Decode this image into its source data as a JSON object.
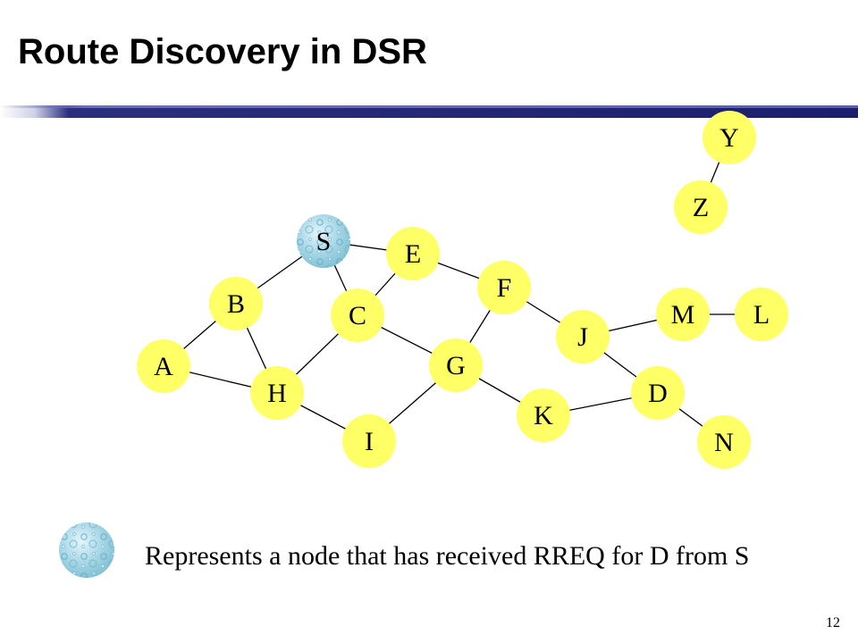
{
  "slide": {
    "title": "Route Discovery in DSR",
    "page_number": "12"
  },
  "colors": {
    "node_fill": "#ffff66",
    "received_fill": "#a8d8e8",
    "edge": "#000000",
    "title_rule": "#1c1f6b"
  },
  "nodes": {
    "S": {
      "label": "S",
      "received_rreq": true
    },
    "E": {
      "label": "E",
      "received_rreq": false
    },
    "B": {
      "label": "B",
      "received_rreq": false
    },
    "C": {
      "label": "C",
      "received_rreq": false
    },
    "F": {
      "label": "F",
      "received_rreq": false
    },
    "A": {
      "label": "A",
      "received_rreq": false
    },
    "H": {
      "label": "H",
      "received_rreq": false
    },
    "G": {
      "label": "G",
      "received_rreq": false
    },
    "I": {
      "label": "I",
      "received_rreq": false
    },
    "J": {
      "label": "J",
      "received_rreq": false
    },
    "K": {
      "label": "K",
      "received_rreq": false
    },
    "M": {
      "label": "M",
      "received_rreq": false
    },
    "L": {
      "label": "L",
      "received_rreq": false
    },
    "D": {
      "label": "D",
      "received_rreq": false
    },
    "N": {
      "label": "N",
      "received_rreq": false
    },
    "Y": {
      "label": "Y",
      "received_rreq": false
    },
    "Z": {
      "label": "Z",
      "received_rreq": false
    }
  },
  "edges": [
    [
      "S",
      "E"
    ],
    [
      "S",
      "B"
    ],
    [
      "S",
      "C"
    ],
    [
      "E",
      "C"
    ],
    [
      "E",
      "F"
    ],
    [
      "B",
      "A"
    ],
    [
      "B",
      "H"
    ],
    [
      "A",
      "H"
    ],
    [
      "C",
      "H"
    ],
    [
      "C",
      "G"
    ],
    [
      "F",
      "G"
    ],
    [
      "F",
      "J"
    ],
    [
      "H",
      "I"
    ],
    [
      "G",
      "I"
    ],
    [
      "G",
      "K"
    ],
    [
      "J",
      "M"
    ],
    [
      "M",
      "L"
    ],
    [
      "J",
      "D"
    ],
    [
      "K",
      "D"
    ],
    [
      "D",
      "N"
    ],
    [
      "Z",
      "Y"
    ]
  ],
  "legend": {
    "text": "Represents a node that has received RREQ for D from S"
  }
}
